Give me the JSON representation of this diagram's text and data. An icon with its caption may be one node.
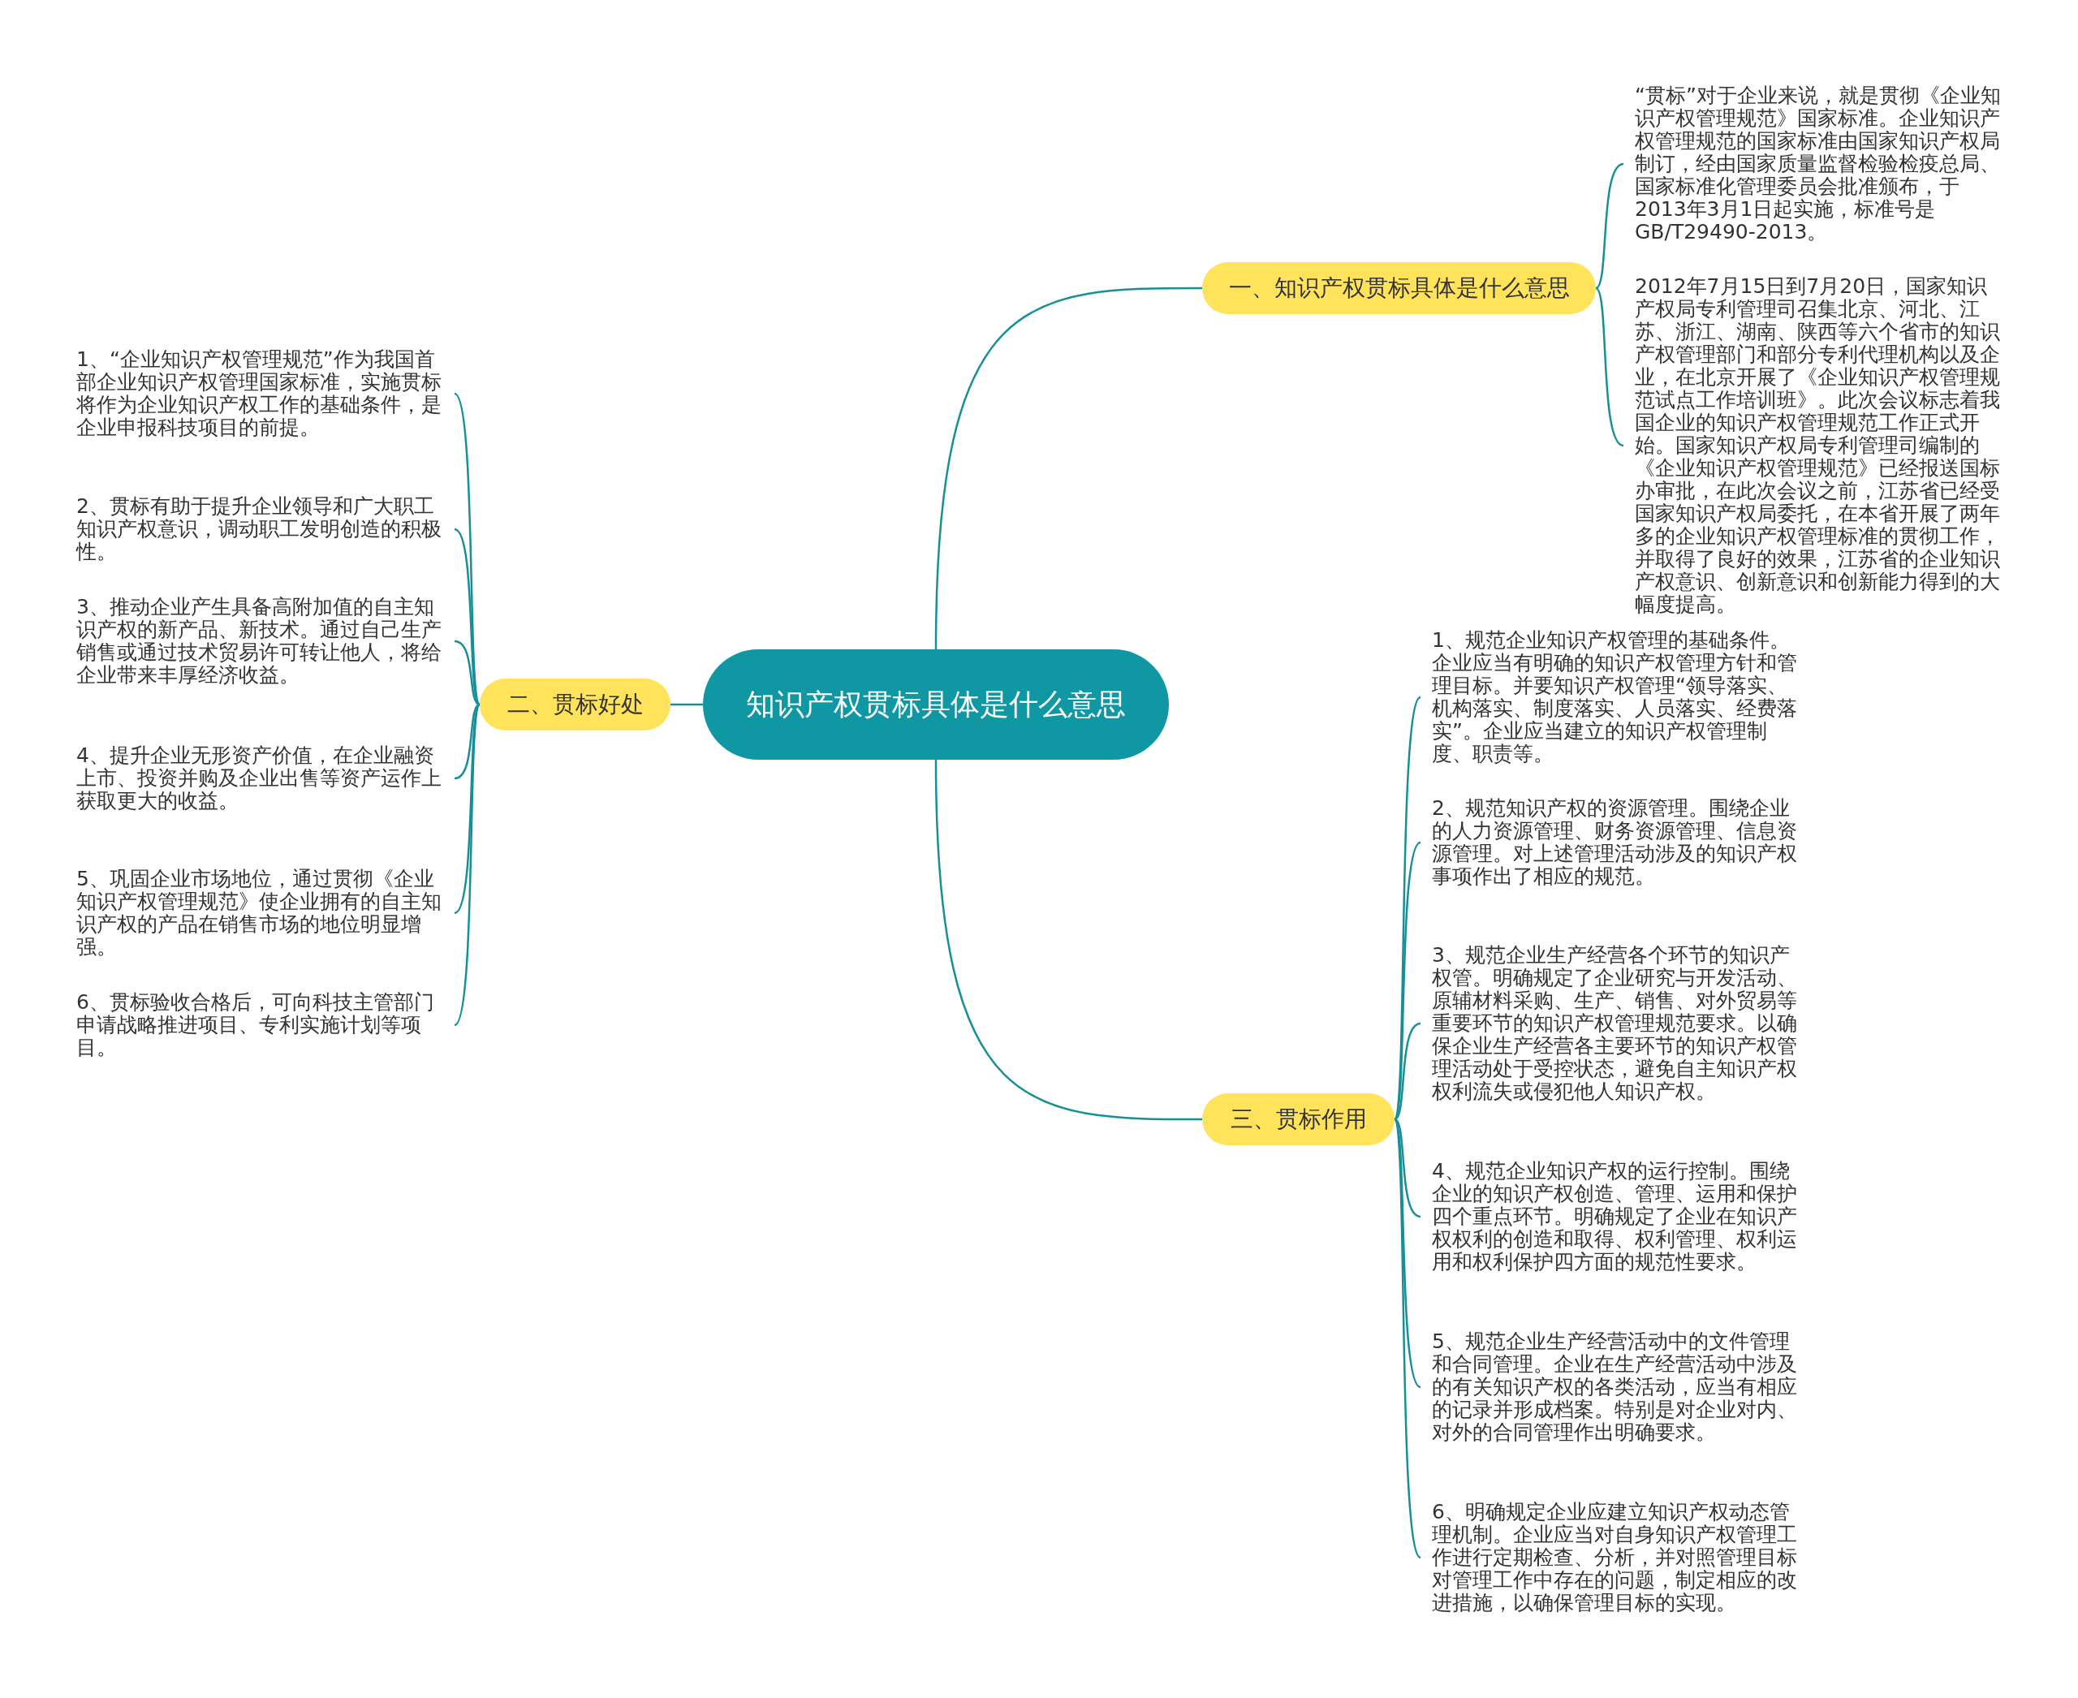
{
  "diagram": {
    "nodes": [
      {
        "text": [
          "知识产权贯标具体是什么意思"
        ]
      },
      {
        "text": [
          "一、知识产权贯标具体是什么意思"
        ]
      },
      {
        "text": [
          "“贯标”对于企业来说，就是贯彻《企业知识产权管理规范》国家标准。企业知识产权管理规范的国家标准由国家知识产权局制订，经由国家质量监督检验检疫总局、国家标准化管理委员会批准颁布，于2013年3月1日起实施，标准号是GB/T29490-2013。"
        ]
      },
      {
        "text": [
          "2012年7月15日到7月20日，国家知识产权局专利管理司召集北京、河北、江苏、浙江、湖南、陕西等六个省市的知识产权管理部门和部分专利代理机构以及企业，在北京开展了《企业知识产权管理规范试点工作培训班》。此次会议标志着我国企业的知识产权管理规范工作正式开始。国家知识产权局专利管理司编制的《企业知识产权管理规范》已经报送国标办审批，在此次会议之前，江苏省已经受国家知识产权局委托，在本省开展了两年多的企业知识产权管理标准的贯彻工作，并取得了良好的效果，江苏省的企业知识产权意识、创新意识和创新能力得到的大幅度提高。"
        ]
      },
      {
        "text": [
          "二、贯标好处"
        ]
      },
      {
        "text": [
          "1、“企业知识产权管理规范”作为我国首部企业知识产权管理国家标准，实施贯标将作为企业知识产权工作的基础条件，是企业申报科技项目的前提。"
        ]
      },
      {
        "text": [
          "2、贯标有助于提升企业领导和广大职工知识产权意识，调动职工发明创造的积极性。"
        ]
      },
      {
        "text": [
          "3、推动企业产生具备高附加值的自主知识产权的新产品、新技术。通过自己生产销售或通过技术贸易许可转让他人，将给企业带来丰厚经济收益。"
        ]
      },
      {
        "text": [
          "4、提升企业无形资产价值，在企业融资上市、投资并购及企业出售等资产运作上获取更大的收益。"
        ]
      },
      {
        "text": [
          "5、巩固企业市场地位，通过贯彻《企业知识产权管理规范》使企业拥有的自主知识产权的产品在销售市场的地位明显增强。"
        ]
      },
      {
        "text": [
          "6、贯标验收合格后，可向科技主管部门申请战略推进项目、专利实施计划等项目。"
        ]
      },
      {
        "text": [
          "三、贯标作用"
        ]
      },
      {
        "text": [
          "1、规范企业知识产权管理的基础条件。企业应当有明确的知识产权管理方针和管理目标。并要知识产权管理“领导落实、机构落实、制度落实、人员落实、经费落实”。企业应当建立的知识产权管理制度、职责等。"
        ]
      },
      {
        "text": [
          "2、规范知识产权的资源管理。围绕企业的人力资源管理、财务资源管理、信息资源管理。对上述管理活动涉及的知识产权事项作出了相应的规范。"
        ]
      },
      {
        "text": [
          "3、规范企业生产经营各个环节的知识产权管。明确规定了企业研究与开发活动、原辅材料采购、生产、销售、对外贸易等重要环节的知识产权管理规范要求。以确保企业生产经营各主要环节的知识产权管理活动处于受控状态，避免自主知识产权权利流失或侵犯他人知识产权。"
        ]
      },
      {
        "text": [
          "4、规范企业知识产权的运行控制。围绕企业的知识产权创造、管理、运用和保护四个重点环节。明确规定了企业在知识产权权利的创造和取得、权利管理、权利运用和权利保护四方面的规范性要求。"
        ]
      },
      {
        "text": [
          "5、规范企业生产经营活动中的文件管理和合同管理。企业在生产经营活动中涉及的有关知识产权的各类活动，应当有相应的记录并形成档案。特别是对企业对内、对外的合同管理作出明确要求。"
        ]
      },
      {
        "text": [
          "6、明确规定企业应建立知识产权动态管理机制。企业应当对自身知识产权管理工作进行定期检查、分析，并对照管理目标对管理工作中存在的问题，制定相应的改进措施，以确保管理目标的实现。"
        ]
      }
    ],
    "edges": [
      {
        "from": 0,
        "to": 1,
        "arrow": "none"
      },
      {
        "from": 1,
        "to": 2,
        "arrow": "none"
      },
      {
        "from": 1,
        "to": 3,
        "arrow": "none"
      },
      {
        "from": 0,
        "to": 4,
        "arrow": "none"
      },
      {
        "from": 4,
        "to": 5,
        "arrow": "none"
      },
      {
        "from": 4,
        "to": 6,
        "arrow": "none"
      },
      {
        "from": 4,
        "to": 7,
        "arrow": "none"
      },
      {
        "from": 4,
        "to": 8,
        "arrow": "none"
      },
      {
        "from": 4,
        "to": 9,
        "arrow": "none"
      },
      {
        "from": 4,
        "to": 10,
        "arrow": "none"
      },
      {
        "from": 0,
        "to": 11,
        "arrow": "none"
      },
      {
        "from": 11,
        "to": 12,
        "arrow": "none"
      },
      {
        "from": 11,
        "to": 13,
        "arrow": "none"
      },
      {
        "from": 11,
        "to": 14,
        "arrow": "none"
      },
      {
        "from": 11,
        "to": 15,
        "arrow": "none"
      },
      {
        "from": 11,
        "to": 16,
        "arrow": "none"
      },
      {
        "from": 11,
        "to": 17,
        "arrow": "none"
      }
    ]
  }
}
